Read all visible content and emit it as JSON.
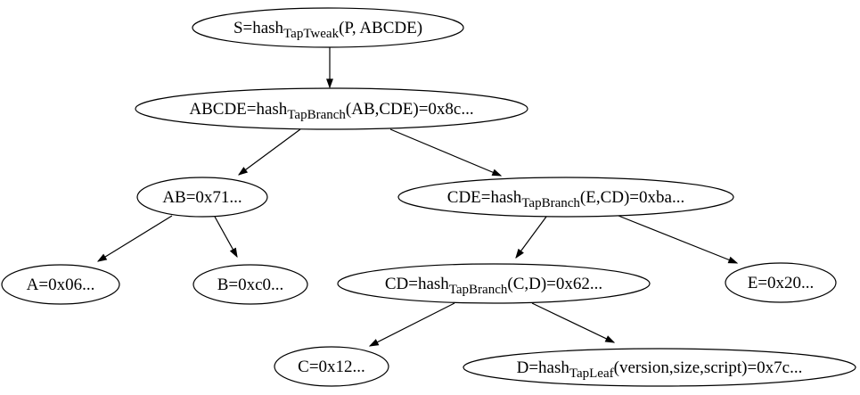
{
  "diagram_type": "merkle-hash-tree",
  "colors": {
    "background": "#ffffff",
    "node_fill": "#ffffff",
    "node_stroke": "#000000",
    "edge": "#000000",
    "text": "#000000"
  },
  "nodes": {
    "s": {
      "pre": "S=hash",
      "sub": "TapTweak",
      "post": "(P, ABCDE)"
    },
    "abcde": {
      "pre": "ABCDE=hash",
      "sub": "TapBranch",
      "post": "(AB,CDE)=0x8c..."
    },
    "ab": {
      "label": "AB=0x71..."
    },
    "cde": {
      "pre": "CDE=hash",
      "sub": "TapBranch",
      "post": "(E,CD)=0xba..."
    },
    "a": {
      "label": "A=0x06..."
    },
    "b": {
      "label": "B=0xc0..."
    },
    "cd": {
      "pre": "CD=hash",
      "sub": "TapBranch",
      "post": "(C,D)=0x62..."
    },
    "e": {
      "label": "E=0x20..."
    },
    "c": {
      "label": "C=0x12..."
    },
    "d": {
      "pre": "D=hash",
      "sub": "TapLeaf",
      "post": "(version,size,script)=0x7c..."
    }
  },
  "edges": [
    {
      "from": "s",
      "to": "abcde"
    },
    {
      "from": "abcde",
      "to": "ab"
    },
    {
      "from": "abcde",
      "to": "cde"
    },
    {
      "from": "ab",
      "to": "a"
    },
    {
      "from": "ab",
      "to": "b"
    },
    {
      "from": "cde",
      "to": "cd"
    },
    {
      "from": "cde",
      "to": "e"
    },
    {
      "from": "cd",
      "to": "c"
    },
    {
      "from": "cd",
      "to": "d"
    }
  ]
}
